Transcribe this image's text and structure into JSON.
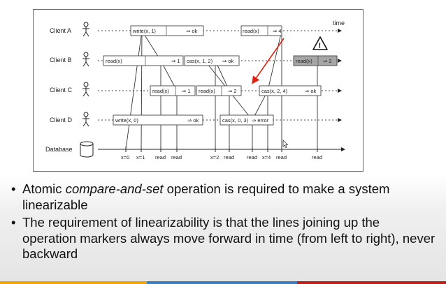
{
  "diagram": {
    "time_label": "time",
    "clients": [
      "Client A",
      "Client B",
      "Client C",
      "Client D"
    ],
    "database_label": "Database",
    "ops": {
      "a_write": "write(x, 1)",
      "a_write_res": "⇒ ok",
      "a_read": "read(x)",
      "a_read_res": "⇒ 4",
      "b_read": "read(x)",
      "b_read_res": "⇒ 1",
      "b_cas": "cas(x, 1, 2)",
      "b_cas_res": "⇒ ok",
      "b_read2": "read(x)",
      "b_read2_res": "⇒ 2",
      "c_read": "read(x)",
      "c_read_res": "⇒ 1",
      "c_read2": "read(x)",
      "c_read2_res": "⇒ 2",
      "c_cas": "cas(x, 2, 4)",
      "c_cas_res": "⇒ ok",
      "d_write": "write(x, 0)",
      "d_write_res": "⇒ ok",
      "d_cas": "cas(x, 0, 3)",
      "d_cas_res": "⇒ error"
    },
    "db_ticks": [
      "x=0",
      "x=1",
      "read",
      "read",
      "x=2",
      "read",
      "read",
      "x=4",
      "read",
      "read"
    ],
    "warning_symbol": "!"
  },
  "bullets": [
    {
      "before": "Atomic ",
      "em": "compare-and-set",
      "after": " operation is required to make a system linearizable"
    },
    {
      "before": "The requirement of linearizability is that the lines joining up the operation markers always move forward in time (from left to right), never backward",
      "em": "",
      "after": ""
    }
  ],
  "bullet_symbol": "•",
  "colors": {
    "accent_arrow": "#e02010",
    "highlight_box": "#a6a6a6",
    "footer": [
      "#f2a300",
      "#3a7fc0",
      "#c0201a"
    ]
  }
}
